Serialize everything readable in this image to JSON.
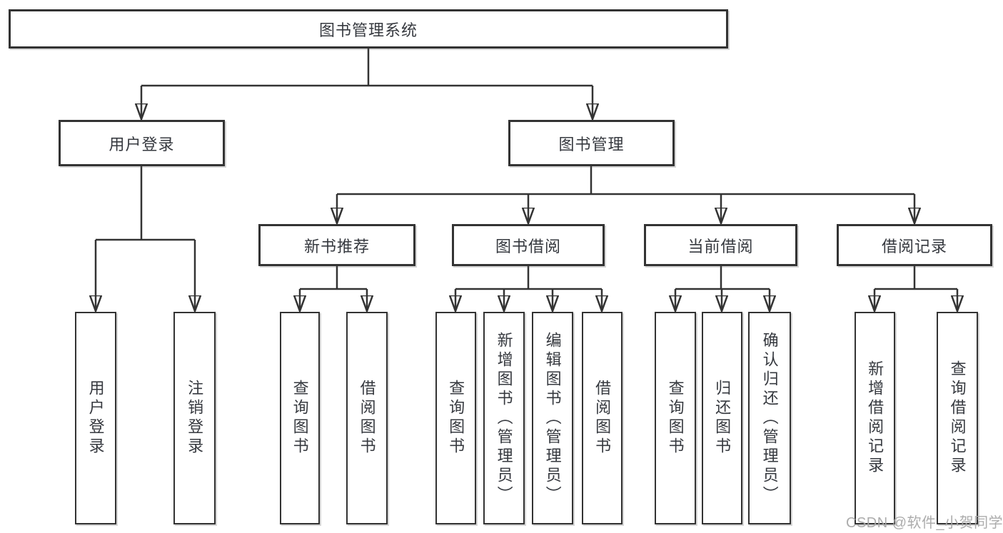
{
  "colors": {
    "line": "#333333",
    "box_border": "#333333",
    "box_fill": "#ffffff",
    "text": "#36393f",
    "watermark": "#a8a8a8",
    "background": "#ffffff"
  },
  "diagram": {
    "type": "tree",
    "root": {
      "label": "图书管理系统",
      "children": [
        {
          "label": "用户登录",
          "children": [
            {
              "label": "用户登录"
            },
            {
              "label": "注销登录"
            }
          ]
        },
        {
          "label": "图书管理",
          "children": [
            {
              "label": "新书推荐",
              "children": [
                {
                  "label": "查询图书"
                },
                {
                  "label": "借阅图书"
                }
              ]
            },
            {
              "label": "图书借阅",
              "children": [
                {
                  "label": "查询图书"
                },
                {
                  "label": "新增图书（管理员）"
                },
                {
                  "label": "编辑图书（管理员）"
                },
                {
                  "label": "借阅图书"
                }
              ]
            },
            {
              "label": "当前借阅",
              "children": [
                {
                  "label": "查询图书"
                },
                {
                  "label": "归还图书"
                },
                {
                  "label": "确认归还（管理员）"
                }
              ]
            },
            {
              "label": "借阅记录",
              "children": [
                {
                  "label": "新增借阅记录"
                },
                {
                  "label": "查询借阅记录"
                }
              ]
            }
          ]
        }
      ]
    }
  },
  "watermark": {
    "text": "CSDN @软件_小贺同学"
  }
}
